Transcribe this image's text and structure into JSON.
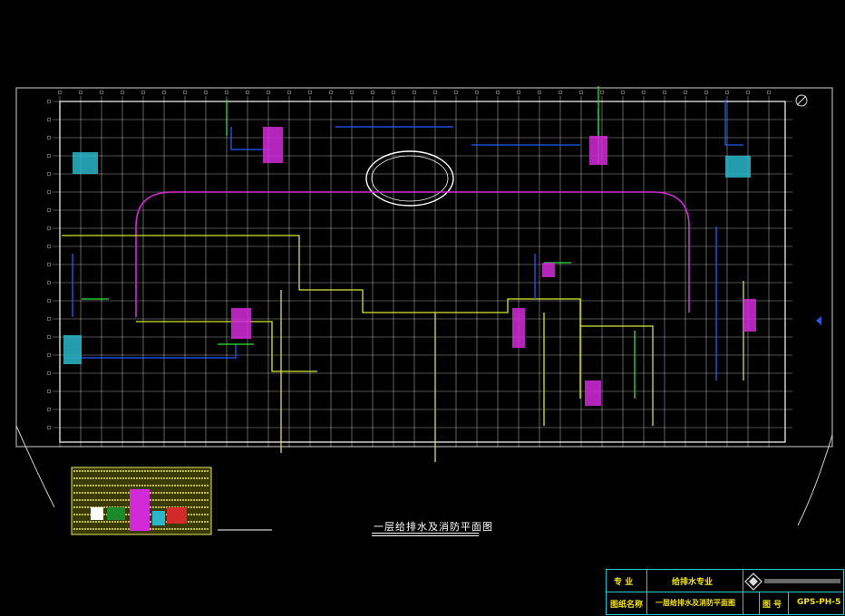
{
  "plan": {
    "title": "一层给排水及消防平面图"
  },
  "title_block": {
    "discipline_label": "专 业",
    "discipline_value": "给排水专业",
    "drawing_name_label": "图纸名称",
    "drawing_name_value": "一层给排水及消防平面图",
    "drawing_no_label": "图 号",
    "drawing_no_value": "GPS-PH-5"
  },
  "colors": {
    "background": "#000000",
    "grid": "#d9d9d9",
    "supply_pipe": "#d7e830",
    "fire_pipe": "#1e5bff",
    "drain_pipe": "#2be83a",
    "fire_loop": "#d22ad9",
    "title_block_border": "#27c9d6",
    "title_block_text": "#f2e21a"
  }
}
